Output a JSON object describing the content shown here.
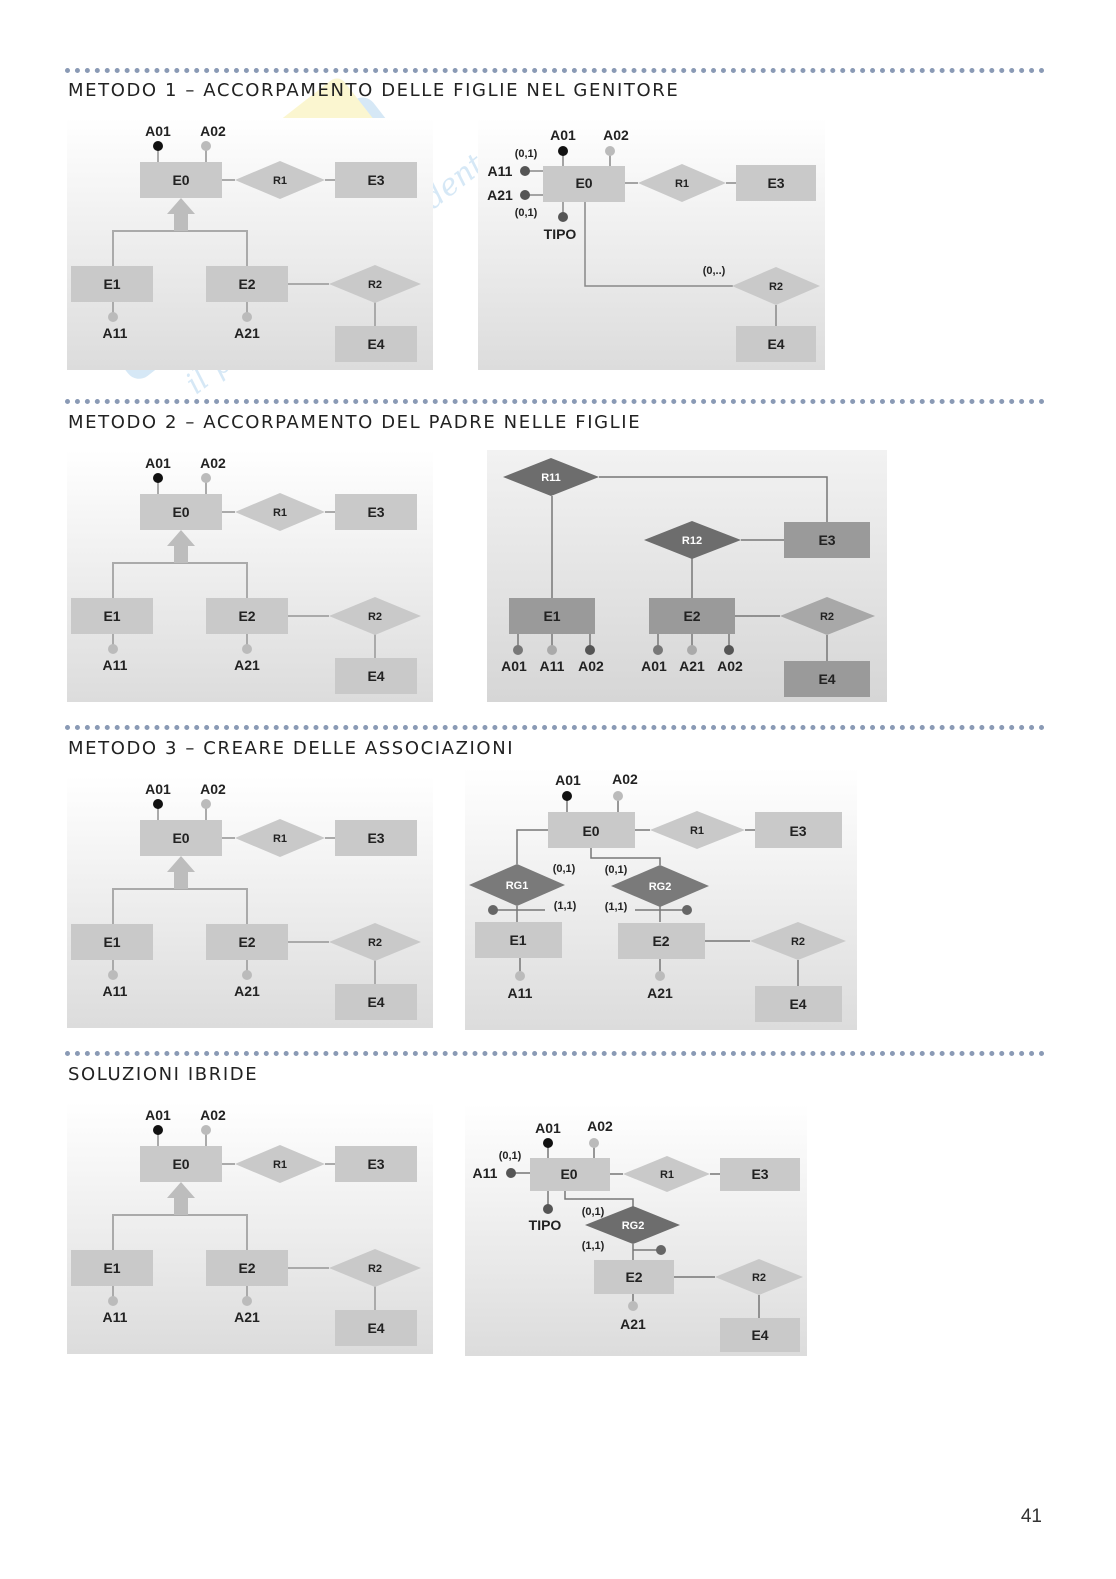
{
  "sections": [
    {
      "title": "METODO 1 – ACCORPAMENTO DELLE FIGLIE NEL GENITORE"
    },
    {
      "title": "METODO 2 – ACCORPAMENTO DEL PADRE NELLE FIGLIE"
    },
    {
      "title": "METODO 3 – CREARE DELLE ASSOCIAZIONI"
    },
    {
      "title": "SOLUZIONI IBRIDE"
    }
  ],
  "base": {
    "e0": "E0",
    "e1": "E1",
    "e2": "E2",
    "e3": "E3",
    "e4": "E4",
    "r1": "R1",
    "r2": "R2",
    "a01": "A01",
    "a02": "A02",
    "a11": "A11",
    "a21": "A21"
  },
  "m1": {
    "a01": "A01",
    "a02": "A02",
    "a11": "A11",
    "a21": "A21",
    "e0": "E0",
    "r1": "R1",
    "e3": "E3",
    "r2": "R2",
    "e4": "E4",
    "tipo": "TIPO",
    "c01a": "(0,1)",
    "c01b": "(0,1)",
    "cmany": "(0,..)"
  },
  "m2": {
    "r11": "R11",
    "r12": "R12",
    "e3": "E3",
    "e1": "E1",
    "e2": "E2",
    "r2": "R2",
    "e4": "E4",
    "e1a": "A01",
    "e1b": "A11",
    "e1c": "A02",
    "e2a": "A01",
    "e2b": "A21",
    "e2c": "A02"
  },
  "m3": {
    "a01": "A01",
    "a02": "A02",
    "e0": "E0",
    "r1": "R1",
    "e3": "E3",
    "rg1": "RG1",
    "rg2": "RG2",
    "c01a": "(0,1)",
    "c01b": "(0,1)",
    "c11a": "(1,1)",
    "c11b": "(1,1)",
    "e1": "E1",
    "e2": "E2",
    "r2": "R2",
    "e4": "E4",
    "a11": "A11",
    "a21": "A21"
  },
  "hy": {
    "a01": "A01",
    "a02": "A02",
    "a11": "A11",
    "e0": "E0",
    "r1": "R1",
    "e3": "E3",
    "tipo": "TIPO",
    "c01a": "(0,1)",
    "c01b": "(0,1)",
    "rg2": "RG2",
    "c11": "(1,1)",
    "e2": "E2",
    "r2": "R2",
    "e4": "E4",
    "a21": "A21"
  },
  "watermark": "Skuola.net  il paradiso dello studente",
  "page_number": "41"
}
